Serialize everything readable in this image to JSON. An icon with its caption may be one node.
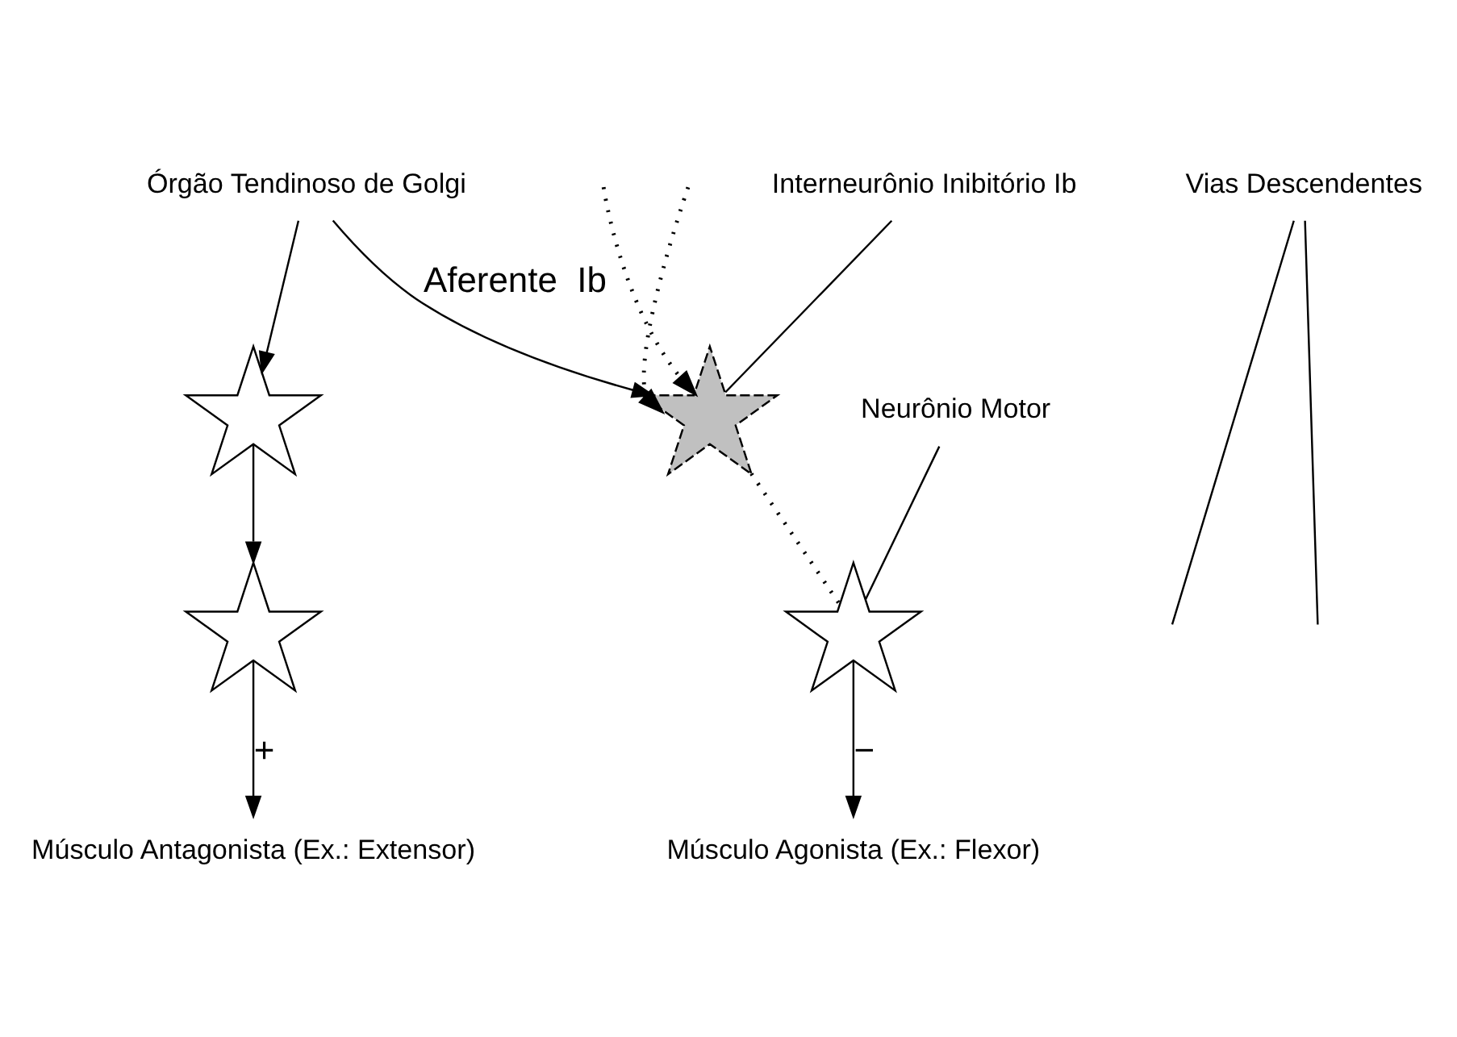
{
  "diagram": {
    "nodes": [
      {
        "text": [
          "Órgão Tendinoso de Golgi"
        ]
      },
      {
        "text": [],
        "shape": "star"
      },
      {
        "text": [
          "Interneurônio Inibitório Ib"
        ]
      },
      {
        "text": [],
        "shape": "star"
      },
      {
        "text": [],
        "shape": "star"
      },
      {
        "text": [],
        "shape": "star"
      },
      {
        "text": [
          "Vias Descendentes"
        ]
      },
      {
        "text": [
          "Neurônio Motor"
        ]
      },
      {
        "text": [
          "Músculo Agonista (Ex.: Flexor)"
        ]
      },
      {
        "text": [
          "Músculo Antagonista (Ex.: Extensor)"
        ]
      }
    ],
    "edges": [
      {
        "from": 0,
        "to": 1,
        "arrow": "to",
        "label": "Aferente  Ib"
      },
      {
        "from": 0,
        "to": 3,
        "arrow": "to"
      },
      {
        "from": null,
        "to": 1,
        "arrow": "to",
        "style": "dashed"
      },
      {
        "from": null,
        "to": 1,
        "arrow": "to",
        "style": "dashed"
      },
      {
        "from": 1,
        "to": 4,
        "arrow": "none",
        "style": "dashed"
      },
      {
        "from": 3,
        "to": 5,
        "arrow": "to"
      },
      {
        "from": 4,
        "to": 8,
        "arrow": "to",
        "label": "−"
      },
      {
        "from": 5,
        "to": 9,
        "arrow": "to",
        "label": "+"
      },
      {
        "from": 2,
        "to": 1,
        "arrow": "none"
      },
      {
        "from": 6,
        "to": null,
        "arrow": "none"
      },
      {
        "from": 6,
        "to": null,
        "arrow": "none"
      },
      {
        "from": 7,
        "to": 4,
        "arrow": "none"
      }
    ]
  }
}
